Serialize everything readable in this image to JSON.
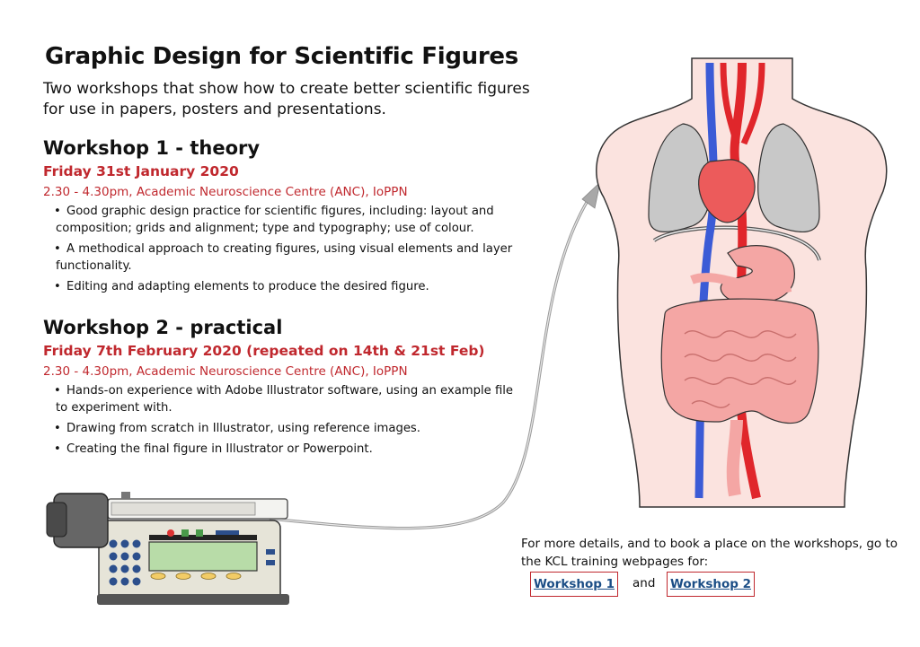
{
  "header": {
    "title": "Graphic Design for Scientific Figures",
    "intro": "Two workshops that show how to create better scientific figures for use in papers, posters and presentations."
  },
  "workshop1": {
    "heading": "Workshop 1 - theory",
    "date": "Friday 31st January 2020",
    "venue": "2.30 - 4.30pm,  Academic Neuroscience Centre (ANC), IoPPN",
    "bullets": [
      "Good graphic design practice for scientific figures, including: layout and composition; grids and alignment; type and typography; use of colour.",
      "A methodical approach to creating figures, using visual elements and layer functionality.",
      "Editing and adapting elements to produce the desired figure."
    ]
  },
  "workshop2": {
    "heading": "Workshop 2 - practical",
    "date": "Friday 7th February 2020 (repeated on 14th & 21st Feb)",
    "venue": "2.30 - 4.30pm,  Academic Neuroscience Centre (ANC), IoPPN",
    "bullets": [
      "Hands-on experience with Adobe Illustrator software, using an example file to experiment with.",
      "Drawing from scratch in Illustrator, using reference images.",
      "Creating the final figure in Illustrator or Powerpoint."
    ]
  },
  "footer": {
    "details": "For more details, and to book a place on the workshops, go to the KCL training webpages for:",
    "link1": "Workshop 1",
    "and": "and",
    "link2": "Workshop 2"
  },
  "colors": {
    "accent_red": "#c0282e",
    "link_blue": "#1c4e86",
    "skin": "#fbe3df",
    "artery": "#e0262b",
    "vein": "#3b5bd6",
    "organ_pink": "#f4a6a4",
    "lung_grey": "#c8c8c8"
  }
}
